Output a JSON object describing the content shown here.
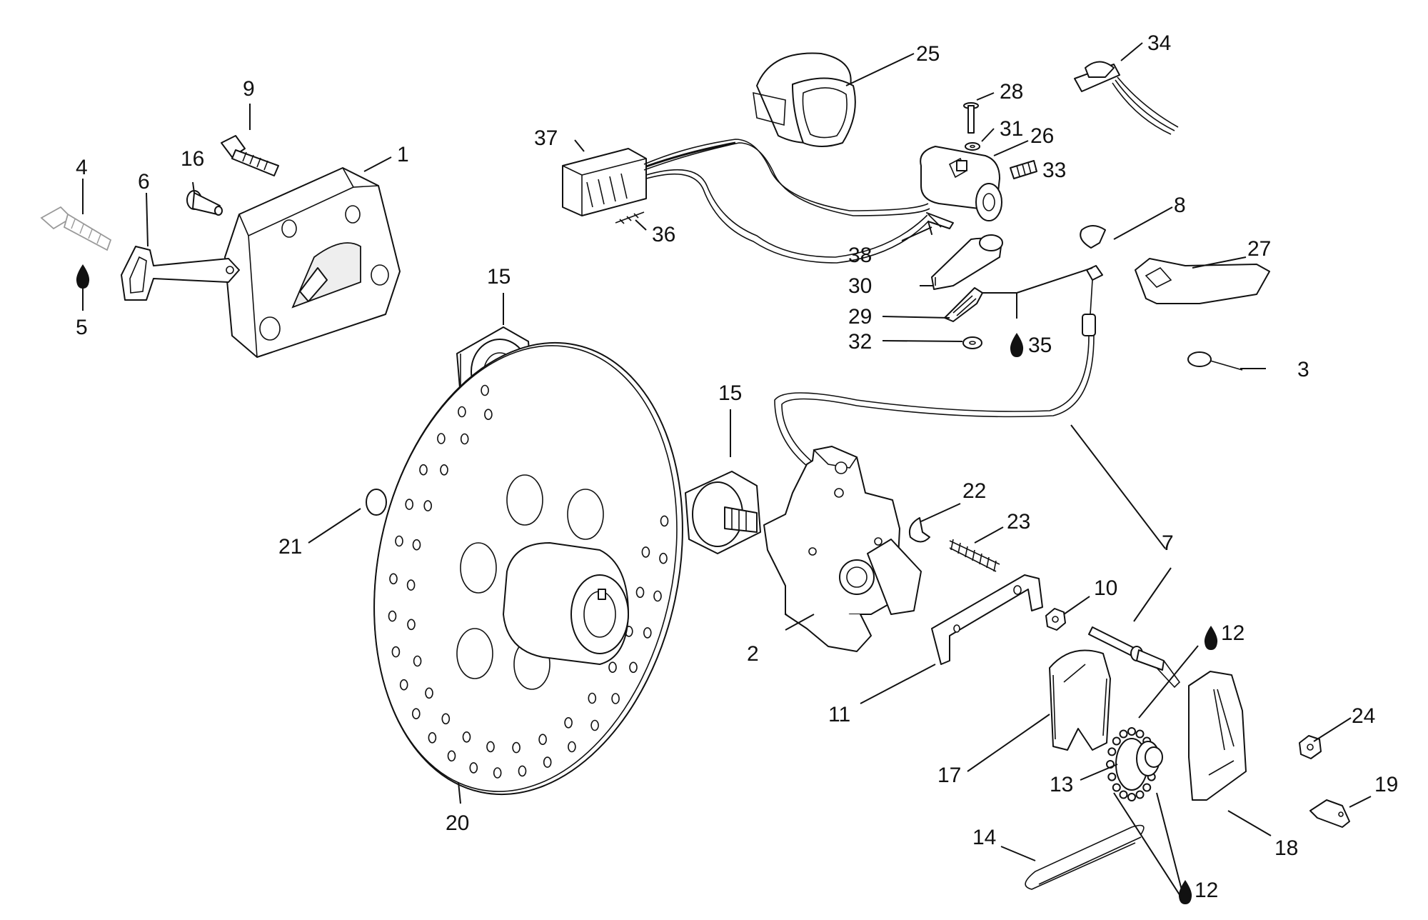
{
  "callouts": {
    "c1": "1",
    "c2": "2",
    "c3": "3",
    "c4": "4",
    "c5": "5",
    "c6": "6",
    "c7a": "7",
    "c7b": "7",
    "c8": "8",
    "c9": "9",
    "c10": "10",
    "c11": "11",
    "c12a": "12",
    "c12b": "12",
    "c13": "13",
    "c14": "14",
    "c15a": "15",
    "c15b": "15",
    "c16": "16",
    "c17": "17",
    "c18": "18",
    "c19": "19",
    "c20": "20",
    "c21": "21",
    "c22": "22",
    "c23": "23",
    "c24": "24",
    "c25": "25",
    "c26": "26",
    "c27": "27",
    "c28": "28",
    "c29": "29",
    "c30": "30",
    "c31": "31",
    "c32": "32",
    "c33": "33",
    "c34": "34",
    "c35": "35",
    "c36": "36",
    "c37": "37",
    "c38": "38"
  },
  "icons": {
    "grease": "oil-drop-icon"
  },
  "colors": {
    "line": "#111111",
    "background": "#ffffff"
  }
}
